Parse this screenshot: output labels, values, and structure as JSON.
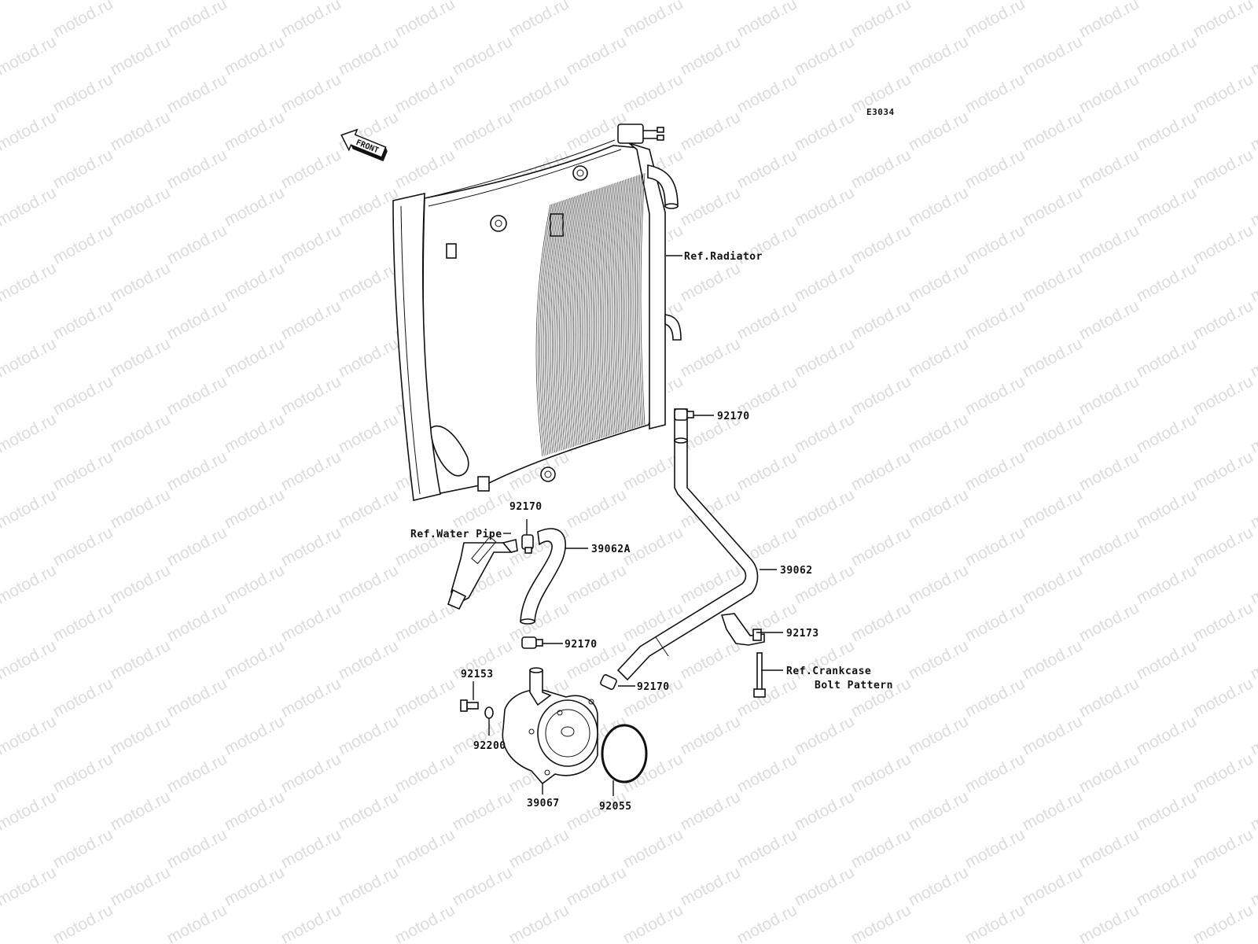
{
  "watermark": {
    "text": "motod.ru",
    "color": "#dcdcdc"
  },
  "diagram_code": "E3034",
  "front_arrow_text": "FRONT",
  "callouts": {
    "ref_radiator": "Ref.Radiator",
    "ref_water_pipe": "Ref.Water Pipe",
    "ref_crankcase_line1": "Ref.Crankcase",
    "ref_crankcase_line2": "Bolt Pattern",
    "clamp_upper_right": "92170",
    "clamp_upper_left": "92170",
    "hose_short": "39062A",
    "hose_long": "39062",
    "bracket_bolt": "92173",
    "clamp_lower_left": "92170",
    "clamp_lower_right": "92170",
    "bolt": "92153",
    "washer": "92200",
    "oil_cooler": "39067",
    "o_ring": "92055"
  },
  "icons": [
    "front-arrow-icon",
    "radiator-icon",
    "water-pipe-icon",
    "hose-icon",
    "hose-clamp-icon",
    "oil-cooler-icon",
    "o-ring-icon",
    "bolt-icon",
    "washer-icon",
    "bracket-icon"
  ]
}
